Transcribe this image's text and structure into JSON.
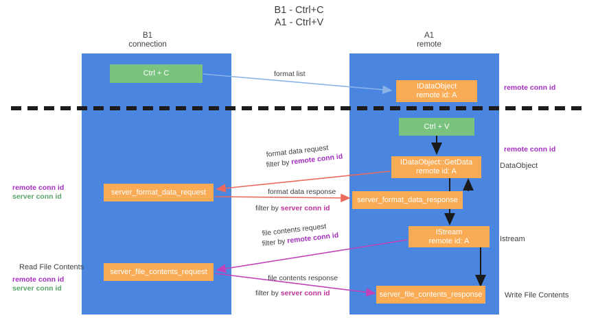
{
  "title": "B1 - Ctrl+C\nA1 - Ctrl+V",
  "columns": [
    {
      "name": "B1",
      "role": "connection",
      "label": "B1\nconnection"
    },
    {
      "name": "A1",
      "role": "remote",
      "label": "A1\nremote"
    }
  ],
  "nodes": {
    "ctrl_c": "Ctrl + C",
    "idataobject": "IDataObject\nremote id: A",
    "ctrl_v": "Ctrl + V",
    "getdata": "IDataObject::GetData\nremote id: A",
    "server_format_data_request": "server_format_data_request",
    "server_format_data_response": "server_format_data_response",
    "istream": "IStream\nremote id: A",
    "server_file_contents_request": "server_file_contents_request",
    "server_file_contents_response": "server_file_contents_response"
  },
  "edges": {
    "format_list": "format list",
    "format_data_request": "format data request",
    "format_data_request_filter_prefix": "filter by ",
    "format_data_request_filter_key": "remote conn id",
    "format_data_response": "format data response",
    "format_data_response_filter_prefix": "filter by ",
    "format_data_response_filter_key": "server conn id",
    "file_contents_request": "file contents request",
    "file_contents_request_filter_prefix": "filter by ",
    "file_contents_request_filter_key": "remote conn id",
    "file_contents_response": "file contents response",
    "file_contents_response_filter_prefix": "filter by ",
    "file_contents_response_filter_key": "server conn id"
  },
  "annotations": {
    "remote_conn_id_top": "remote conn id",
    "remote_conn_id_mid": "remote conn id",
    "dataobject": "DataObject",
    "istream": "Istream",
    "write_file_contents": "Write File Contents",
    "read_file_contents": "Read File Contents",
    "left_remote_conn_id_1": "remote conn id",
    "left_server_conn_id_1": "server conn id",
    "left_remote_conn_id_2": "remote conn id",
    "left_server_conn_id_2": "server conn id"
  },
  "colors": {
    "lane": "#4a86e0",
    "node_green": "#7ac37f",
    "node_orange": "#f9ab55",
    "remote_conn_id": "#a42ec0",
    "server_conn_id_green": "#5aa469",
    "server_conn_id_magenta": "#c0349a",
    "arrow_blue": "#8ab4e8",
    "arrow_red": "#ea6a5e",
    "arrow_magenta": "#c042b8",
    "arrow_black": "#1b1b1b",
    "divider": "#1b1b1b",
    "text": "#3c4043"
  }
}
